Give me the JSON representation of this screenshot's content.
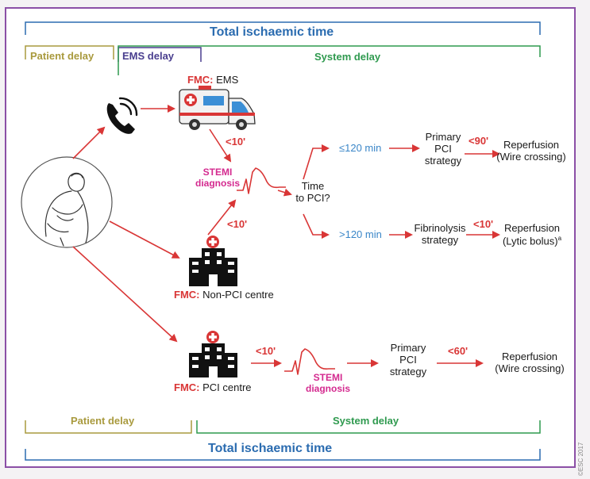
{
  "colors": {
    "frame": "#8b4fa6",
    "total": "#2b6cb0",
    "patient": "#a99a3e",
    "ems": "#4a3f8f",
    "system": "#2f9a4f",
    "arrow": "#d93636",
    "stemi": "#d42a8f",
    "time_text": "#3a86c8"
  },
  "icons": {
    "patient": "patient-chest-pain-icon",
    "phone": "phone-icon",
    "ambulance": "ambulance-icon",
    "ecg": "ecg-waveform-icon",
    "hospital": "hospital-icon"
  },
  "top_brackets": {
    "total": "Total ischaemic time",
    "patient": "Patient delay",
    "ems": "EMS delay",
    "system": "System delay"
  },
  "bottom_brackets": {
    "patient": "Patient delay",
    "system": "System delay",
    "total": "Total ischaemic time"
  },
  "ems_path": {
    "fmc_prefix": "FMC:",
    "fmc_label": "EMS",
    "delay_to_diagnosis": "<10'"
  },
  "stemi_upper": {
    "line1": "STEMI",
    "line2": "diagnosis"
  },
  "non_pci": {
    "fmc_prefix": "FMC:",
    "fmc_label": "Non-PCI centre",
    "delay_to_diagnosis": "<10'"
  },
  "decision": {
    "line1": "Time",
    "line2": "to PCI?",
    "short": "≤120 min",
    "long": ">120 min"
  },
  "primary_upper": {
    "line1": "Primary",
    "line2": "PCI",
    "line3": "strategy",
    "delay": "<90'"
  },
  "reperfusion_upper": {
    "line1": "Reperfusion",
    "line2": "(Wire crossing)"
  },
  "fibrinolysis": {
    "line1": "Fibrinolysis",
    "line2": "strategy",
    "delay": "<10'"
  },
  "reperfusion_lytic": {
    "line1": "Reperfusion",
    "line2": "(Lytic bolus)",
    "footnote": "a"
  },
  "pci_centre": {
    "fmc_prefix": "FMC:",
    "fmc_label": "PCI centre",
    "delay_to_diagnosis": "<10'"
  },
  "stemi_lower": {
    "line1": "STEMI",
    "line2": "diagnosis"
  },
  "primary_lower": {
    "line1": "Primary",
    "line2": "PCI",
    "line3": "strategy",
    "delay": "<60'"
  },
  "reperfusion_lower": {
    "line1": "Reperfusion",
    "line2": "(Wire crossing)"
  },
  "copyright": "©ESC 2017"
}
